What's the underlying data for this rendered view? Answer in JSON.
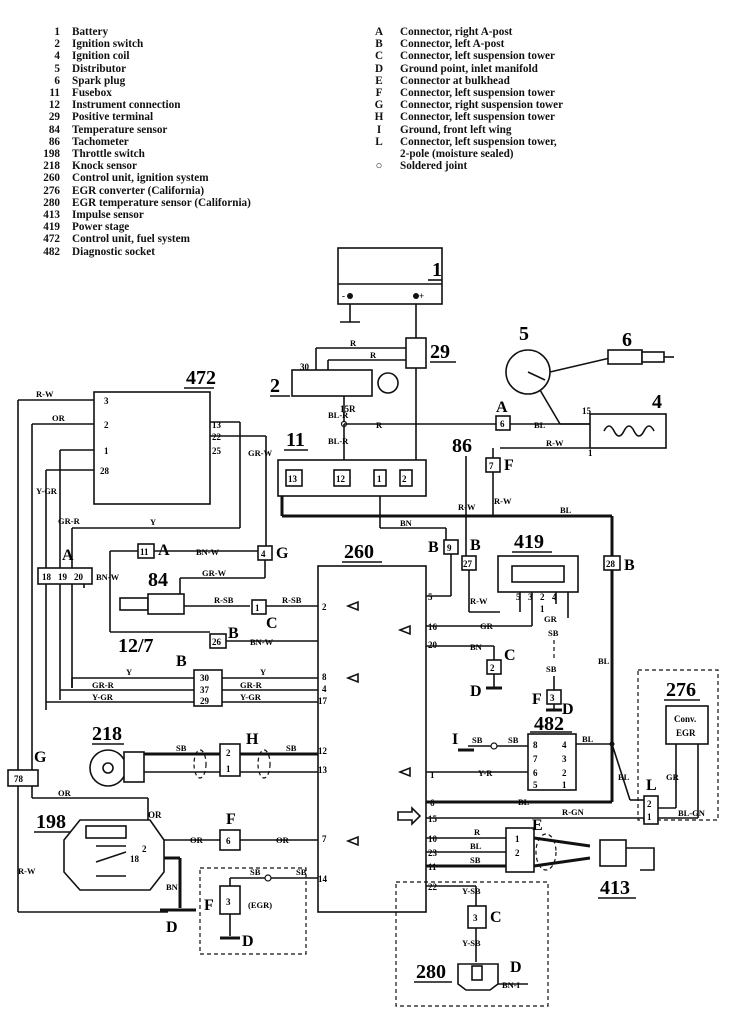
{
  "legend_components": [
    {
      "code": "1",
      "name": "Battery"
    },
    {
      "code": "2",
      "name": "Ignition switch"
    },
    {
      "code": "4",
      "name": "Ignition coil"
    },
    {
      "code": "5",
      "name": "Distributor"
    },
    {
      "code": "6",
      "name": "Spark plug"
    },
    {
      "code": "11",
      "name": "Fusebox"
    },
    {
      "code": "12",
      "name": "Instrument connection"
    },
    {
      "code": "29",
      "name": "Positive terminal"
    },
    {
      "code": "84",
      "name": "Temperature sensor"
    },
    {
      "code": "86",
      "name": "Tachometer"
    },
    {
      "code": "198",
      "name": "Throttle switch"
    },
    {
      "code": "218",
      "name": "Knock sensor"
    },
    {
      "code": "260",
      "name": "Control unit, ignition system"
    },
    {
      "code": "276",
      "name": "EGR converter (California)"
    },
    {
      "code": "280",
      "name": "EGR temperature sensor (California)"
    },
    {
      "code": "413",
      "name": "Impulse sensor"
    },
    {
      "code": "419",
      "name": "Power stage"
    },
    {
      "code": "472",
      "name": "Control unit, fuel system"
    },
    {
      "code": "482",
      "name": "Diagnostic socket"
    }
  ],
  "legend_connectors": [
    {
      "code": "A",
      "name": "Connector, right A-post"
    },
    {
      "code": "B",
      "name": "Connector, left A-post"
    },
    {
      "code": "C",
      "name": "Connector, left suspension tower"
    },
    {
      "code": "D",
      "name": "Ground point, inlet manifold"
    },
    {
      "code": "E",
      "name": "Connector at bulkhead"
    },
    {
      "code": "F",
      "name": "Connector, left suspension tower"
    },
    {
      "code": "G",
      "name": "Connector, right suspension tower"
    },
    {
      "code": "H",
      "name": "Connector, left suspension tower"
    },
    {
      "code": "I",
      "name": "Ground, front left wing"
    },
    {
      "code": "L",
      "name": "Connector, left suspension tower,"
    },
    {
      "code": "",
      "name": "2-pole (moisture sealed)"
    },
    {
      "code": "○",
      "name": "Soldered joint"
    }
  ],
  "components": {
    "c1": "1",
    "c29": "29",
    "c5": "5",
    "c6": "6",
    "c2": "2",
    "c4": "4",
    "c472": "472",
    "c11": "11",
    "c86": "86",
    "c260": "260",
    "c419": "419",
    "c84": "84",
    "c12_7": "12/7",
    "c218": "218",
    "c198": "198",
    "c482": "482",
    "c276": "276",
    "c276_text1": "Conv.",
    "c276_text2": "EGR",
    "c413": "413",
    "c280": "280"
  },
  "connector_letters": {
    "A1": "A",
    "A2": "A",
    "A3": "A",
    "B1": "B",
    "B2": "B",
    "B3": "B",
    "B4": "B",
    "B5": "B",
    "C1": "C",
    "C2": "C",
    "C3": "C",
    "D1": "D",
    "D2": "D",
    "D3": "D",
    "D4": "D",
    "D5": "D",
    "E": "E",
    "F1": "F",
    "F2": "F",
    "F3": "F",
    "F4": "F",
    "G1": "G",
    "G2": "G",
    "H": "H",
    "I": "I",
    "L": "L",
    "EGR": "(EGR)"
  },
  "connector_numbers": {
    "n6": "6",
    "n7": "7",
    "n11": "11",
    "n4": "4",
    "n9": "9",
    "n27": "27",
    "n28": "28",
    "n1": "1",
    "n26": "26",
    "n2": "2",
    "n3a": "3",
    "n3b": "3",
    "n6b": "6",
    "n78": "78"
  },
  "wire_colors": {
    "RW": "R-W",
    "OR": "OR",
    "YGR": "Y-GR",
    "GRR": "GR-R",
    "Y": "Y",
    "BNW": "BN-W",
    "GRW": "GR-W",
    "R": "R",
    "BLR": "BL-R",
    "BL": "BL",
    "BN": "BN",
    "RSB": "R-SB",
    "GR": "GR",
    "SB": "SB",
    "YR": "Y-R",
    "RGN": "R-GN",
    "BLGN": "BL-GN",
    "YSB": "Y-SB",
    "BNI": "BN-I"
  },
  "pins": {
    "p3": "3",
    "p2": "2",
    "p1": "1",
    "p28": "28",
    "p13": "13",
    "p22": "22",
    "p25": "25",
    "p30": "30",
    "p37": "37",
    "p29": "29",
    "p15": "15",
    "p15R": "15R",
    "p16": "16",
    "p20": "20",
    "p8": "8",
    "p4": "4",
    "p17": "17",
    "p12": "12",
    "p14": "14",
    "p10": "10",
    "p23": "23",
    "p11": "11",
    "p5": "5",
    "p18": "18",
    "p19": "19",
    "p20b": "20",
    "p6": "6",
    "p7": "7",
    "p9": "9",
    "p1b": "1",
    "p2b": "2",
    "p5b": "5",
    "p8b": "8",
    "p6c": "6",
    "p5c": "5",
    "p4c": "4",
    "p3c": "3",
    "p2c": "2",
    "p1c": "1",
    "p7b": "7",
    "p3d": "3",
    "p4d": "4"
  }
}
